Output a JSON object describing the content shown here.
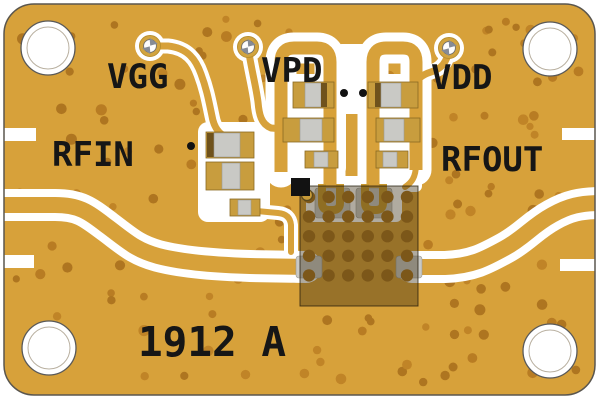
{
  "silkscreen": {
    "vgg": "VGG",
    "vpd": "VPD",
    "vdd": "VDD",
    "rfin": "RFIN",
    "rfout": "RFOUT",
    "marking": "1912 A"
  },
  "colors": {
    "substrate_white": "#FFFFFF",
    "copper_gold": "#D7A13A",
    "via_dot": "#B87C23",
    "silkscreen_black": "#161616",
    "component_gray": "#C9C9C5",
    "component_tan": "#C89D3E",
    "component_dark_terminal": "#6F521C",
    "chip_tint": "rgba(58,45,18,0.40)"
  },
  "icons": {
    "test_point_glyph": "crosshair-bowtie-icon"
  },
  "counts": {
    "mounting_holes": 4,
    "test_points": 3,
    "capacitors": 9,
    "ics": 1
  }
}
